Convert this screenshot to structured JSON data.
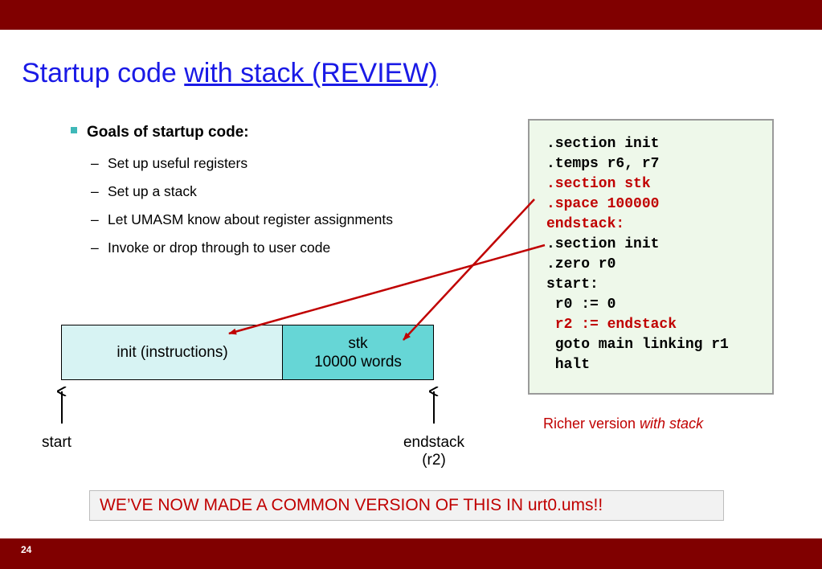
{
  "slide": {
    "title_plain": "Startup code ",
    "title_underlined": "with stack (REVIEW)",
    "page_number": "24"
  },
  "bullets": {
    "main": "Goals of startup code:",
    "subs": [
      "Set up useful registers",
      "Set up a stack",
      "Let UMASM know about register assignments",
      "Invoke or drop through to user code"
    ]
  },
  "code": {
    "lines": [
      ".section init",
      ".temps r6, r7",
      ".section stk",
      ".space 100000",
      "endstack:",
      ".section init",
      ".zero r0",
      "start:",
      " r0 := 0",
      " r2 := endstack",
      " goto main linking r1",
      " halt"
    ],
    "highlight_color": "#c00000"
  },
  "caption": {
    "text": "Richer version ",
    "italic": "with stack"
  },
  "memory": {
    "init_label": "init (instructions)",
    "stk_line1": "stk",
    "stk_line2": "10000 words",
    "start_label": "start",
    "endstack_line1": "endstack",
    "endstack_line2": "(r2)"
  },
  "banner": {
    "text": "WE’VE NOW MADE A COMMON VERSION OF THIS IN urt0.ums!!"
  },
  "colors": {
    "bar": "#800000",
    "title": "#1a1ae6",
    "accent_red": "#c00000",
    "code_bg": "#eef8ea",
    "init_bg": "#d7f3f3",
    "stk_bg": "#66d6d6"
  }
}
